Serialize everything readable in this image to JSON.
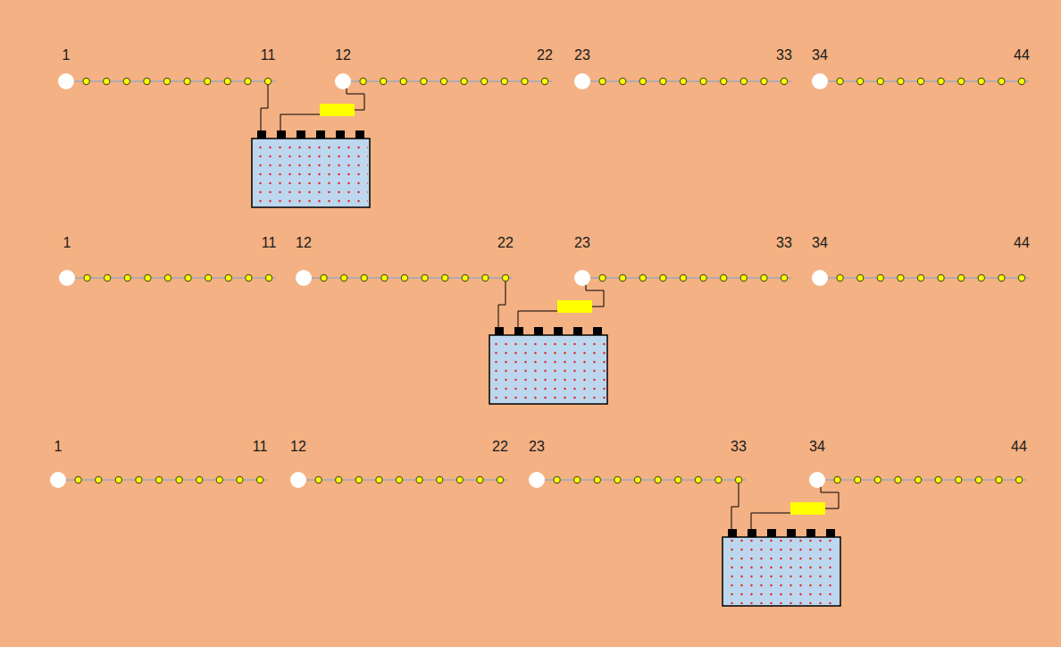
{
  "diagram": {
    "labels": [
      "1",
      "11",
      "12",
      "22",
      "23",
      "33",
      "34",
      "44",
      "1",
      "11",
      "12",
      "22",
      "23",
      "33",
      "34",
      "44",
      "1",
      "11",
      "12",
      "22",
      "23",
      "33",
      "34",
      "44"
    ]
  }
}
